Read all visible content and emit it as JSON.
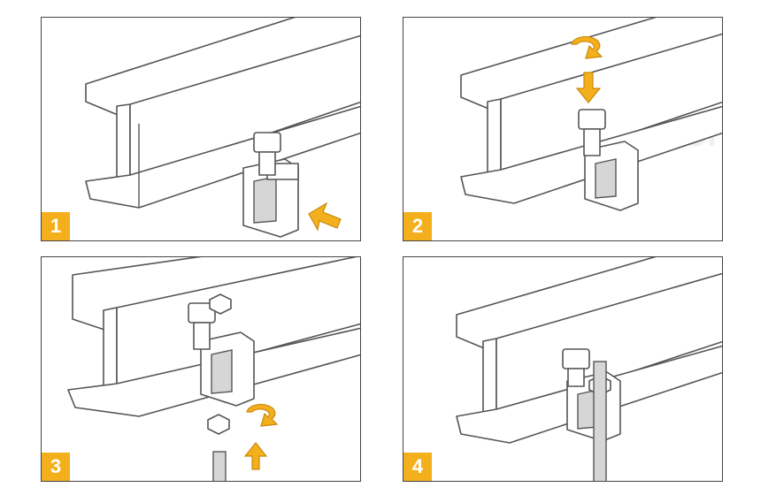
{
  "steps": [
    {
      "number": "1"
    },
    {
      "number": "2"
    },
    {
      "number": "3"
    },
    {
      "number": "4"
    }
  ],
  "colors": {
    "accent": "#f4b01c",
    "stroke": "#555555"
  },
  "icons": [
    "i-beam-icon",
    "beam-clamp-icon",
    "bolt-icon",
    "nut-icon",
    "push-arrow-icon",
    "rotate-arrow-icon",
    "threaded-rod-icon"
  ]
}
